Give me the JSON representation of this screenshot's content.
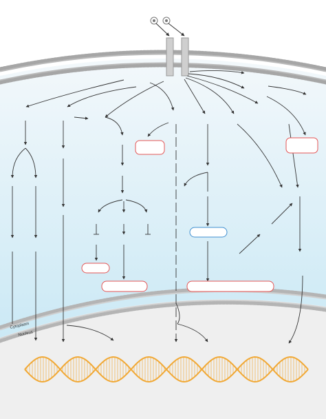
{
  "labels": {
    "cytoplasm": "Cytoplasm",
    "nucleus": "Nucleus"
  },
  "colors": {
    "background": "#ffffff",
    "cytoplasm_top": "#f3f8fb",
    "cytoplasm_bottom": "#cbe9f5",
    "nucleus_fill": "#efefef",
    "membrane_bead": "#a7a7a7",
    "membrane_inner": "#d7d7d7",
    "receptor": "#cfcfcf",
    "arrow": "#333333",
    "node_red": "#e45454",
    "node_blue": "#3f8fd0",
    "dna": "#f1a834"
  },
  "icons": {
    "ligand": "ligand-circle-icon",
    "receptor": "receptor-channel-icon",
    "dna": "dna-helix-icon"
  },
  "nodes": [
    {
      "id": "node-1",
      "kind": "red",
      "text": ""
    },
    {
      "id": "node-2",
      "kind": "red",
      "text": ""
    },
    {
      "id": "node-3",
      "kind": "blue",
      "text": ""
    },
    {
      "id": "node-4",
      "kind": "red",
      "text": ""
    },
    {
      "id": "node-5",
      "kind": "red",
      "text": ""
    },
    {
      "id": "node-6",
      "kind": "red",
      "text": ""
    }
  ]
}
